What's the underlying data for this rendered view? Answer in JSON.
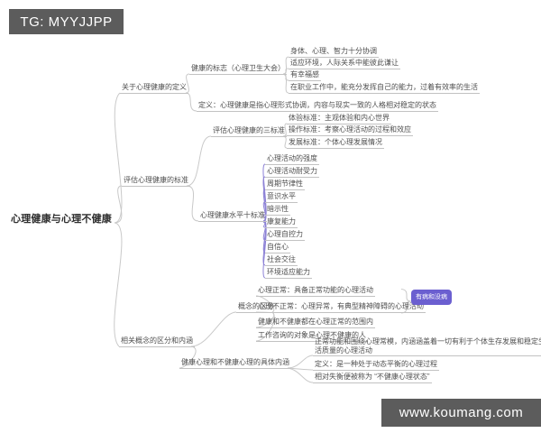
{
  "overlays": {
    "tg_label": "TG: MYYJJPP",
    "watermark": "www.koumang.com"
  },
  "colors": {
    "line": "#c9c9c9",
    "purple_line": "#8d82d6",
    "badge": "#6b5fd0",
    "overlay_bg": "#5c5c5c"
  },
  "map": {
    "root": "心理健康与心理不健康",
    "branches": [
      {
        "label": "关于心理健康的定义",
        "children": [
          {
            "label": "健康的标志（心理卫生大会）",
            "items": [
              "身体、心理、智力十分协调",
              "适应环境，人际关系中能彼此谦让",
              "有幸福感",
              "在职业工作中，能充分发挥自己的能力，过着有效率的生活"
            ]
          },
          {
            "label": "定义：心理健康是指心理形式协调，内容与现实一致的人格相对稳定的状态"
          }
        ]
      },
      {
        "label": "评估心理健康的标准",
        "children": [
          {
            "label": "评估心理健康的三标准",
            "items": [
              "体验标准：主观体验和内心世界",
              "操作标准：考察心理活动的过程和效应",
              "发展标准：个体心理发展情况"
            ]
          },
          {
            "label": "心理健康水平十标准",
            "items": [
              "心理活动的强度",
              "心理活动耐受力",
              "周期节律性",
              "意识水平",
              "暗示性",
              "康复能力",
              "心理自控力",
              "自信心",
              "社会交往",
              "环境适应能力"
            ]
          }
        ]
      },
      {
        "label": "相关概念的区分和内涵",
        "children": [
          {
            "label": "概念的区分",
            "items": [
              "心理正常：具备正常功能的心理活动",
              "心理不正常：心理异常，有典型精神障碍的心理活动",
              "健康和不健康都在心理正常的范围内",
              "工作咨询的对象是心理不健康的人"
            ],
            "callout": "有病和没病"
          },
          {
            "label": "健康心理和不健康心理的具体内涵",
            "items": [
              "正常功能和围绕心理常模，内涵涵盖着一切有利于个体生存发展和稳定生活质量的心理活动",
              "定义：是一种处于动态平衡的心理过程",
              "相对失衡便被称为 “不健康心理状态”"
            ]
          }
        ]
      }
    ]
  }
}
